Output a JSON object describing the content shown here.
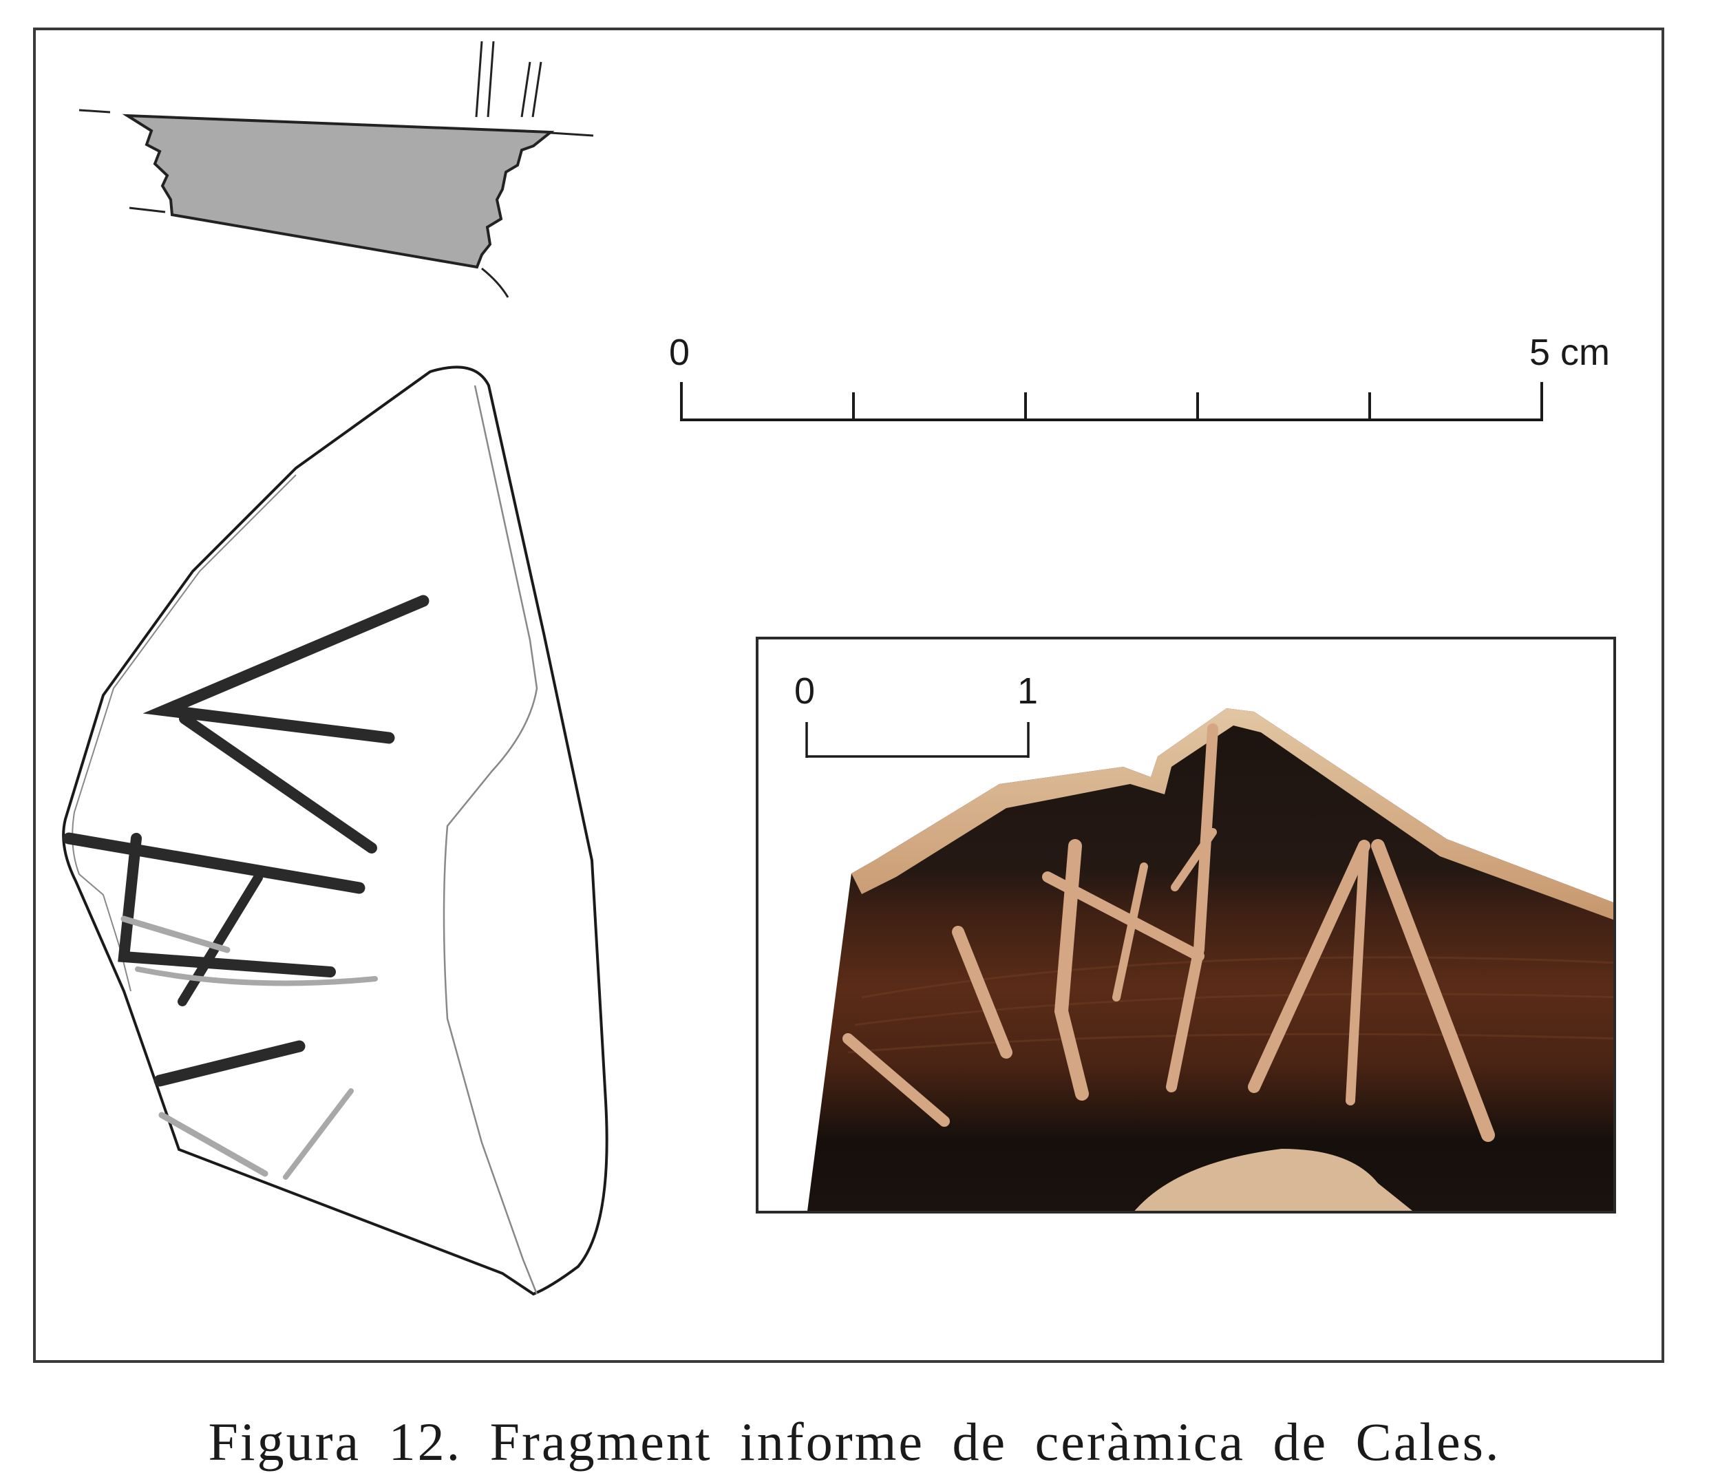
{
  "figure": {
    "scale_bar_large": {
      "start_label": "0",
      "end_label": "5 cm"
    },
    "scale_bar_photo": {
      "start_label": "0",
      "end_label": "1"
    },
    "colors": {
      "frame": "#3a3a3a",
      "profile_fill": "#aaaaaa",
      "incision_dark": "#2a2a2a",
      "incision_light": "#a8a8a8",
      "glaze_black": "#1c1410",
      "glaze_brown": "#5a2c18",
      "clay": "#c9a07c"
    }
  },
  "caption": "Figura 12. Fragment informe de ceràmica de Cales."
}
